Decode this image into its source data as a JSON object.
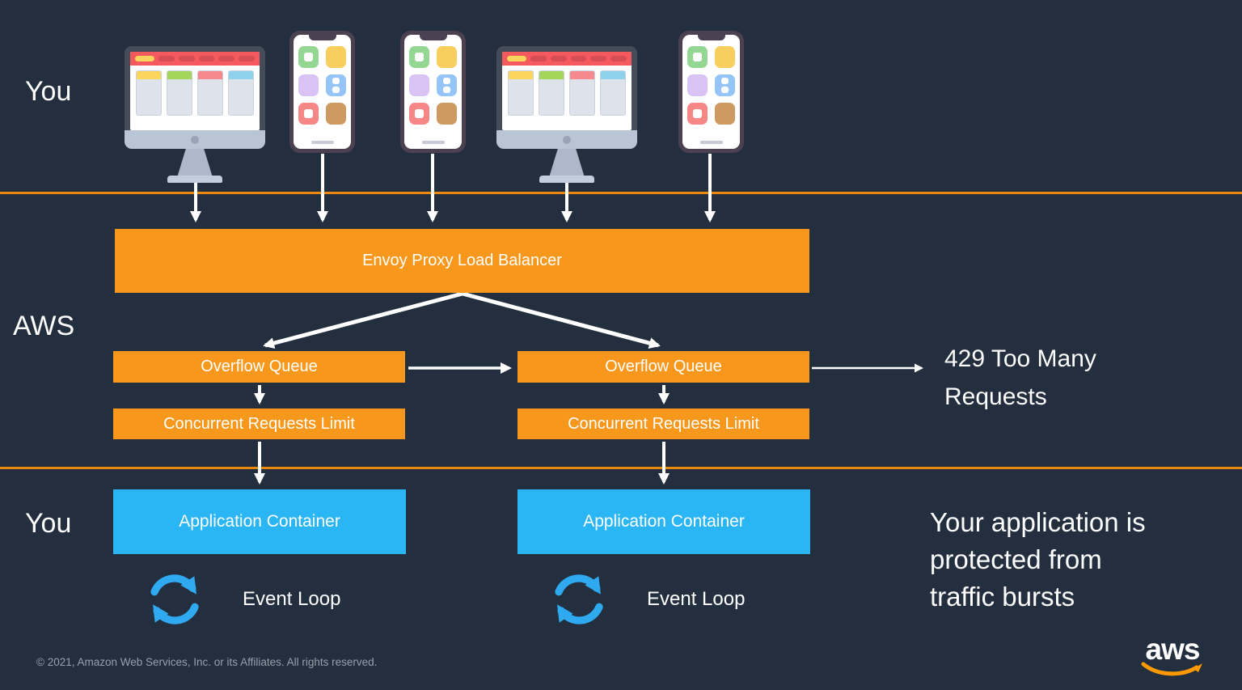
{
  "colors": {
    "background": "#232F3E",
    "accent_orange": "#F7981D",
    "separator_orange": "#E8890B",
    "container_blue": "#2AB5F5",
    "event_loop_blue": "#2FA9EF",
    "text_white": "#FFFFFF",
    "copyright_gray": "#97A0AC",
    "aws_smile_orange": "#FF9900"
  },
  "labels": {
    "you_top": "You",
    "aws": "AWS",
    "you_bottom": "You"
  },
  "nodes": {
    "load_balancer": "Envoy Proxy Load Balancer",
    "columns": [
      {
        "overflow_queue": "Overflow Queue",
        "concurrent_limit": "Concurrent Requests Limit",
        "app_container": "Application Container",
        "event_loop": "Event Loop"
      },
      {
        "overflow_queue": "Overflow Queue",
        "concurrent_limit": "Concurrent Requests Limit",
        "app_container": "Application Container",
        "event_loop": "Event Loop"
      }
    ]
  },
  "annotations": {
    "too_many_requests": "429 Too Many Requests",
    "protected_text": "Your application is protected from traffic bursts"
  },
  "footer": {
    "copyright": "© 2021, Amazon Web Services, Inc. or its Affiliates. All rights reserved.",
    "logo_text": "aws"
  },
  "icons": {
    "devices": [
      "desktop-computer-icon",
      "phone-icon",
      "phone-icon",
      "desktop-computer-icon",
      "phone-icon"
    ],
    "event_loop": "sync-arrows-icon",
    "logo": "aws-smile-logo"
  }
}
